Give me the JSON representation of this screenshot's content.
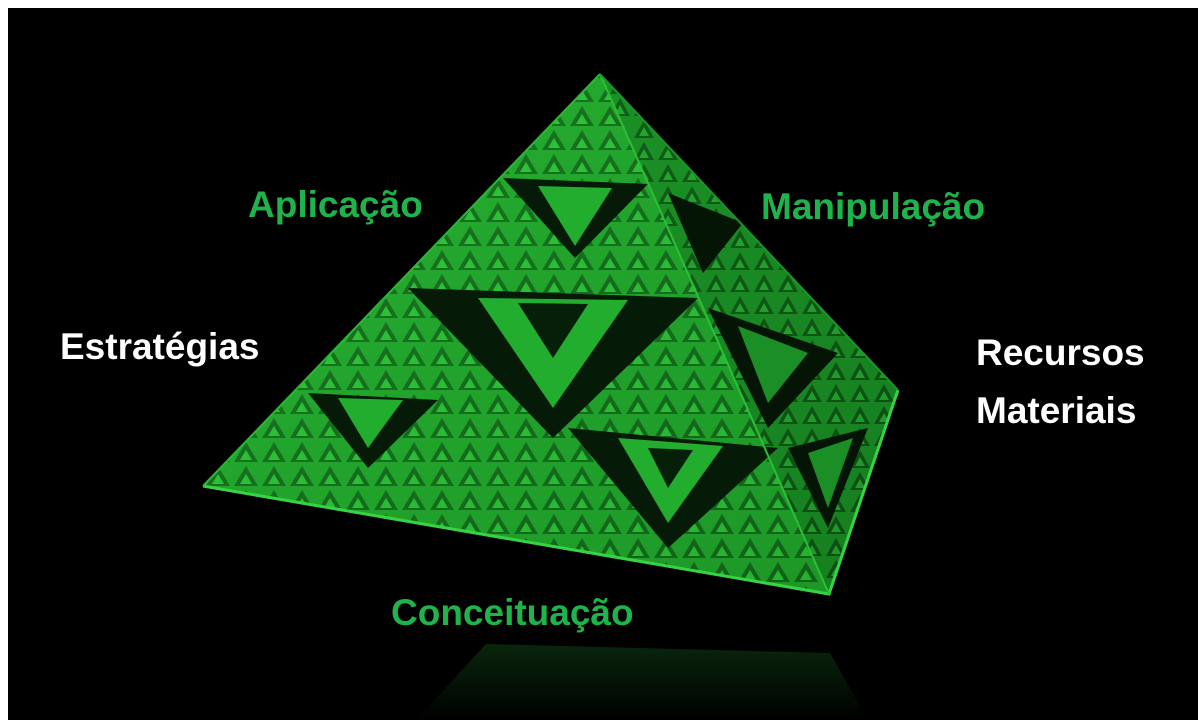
{
  "diagram": {
    "labels": {
      "aplicacao": "Aplicação",
      "manipulacao": "Manipulação",
      "estrategias": "Estratégias",
      "recursos_line1": "Recursos",
      "recursos_line2": "Materiais",
      "conceituacao": "Conceituação"
    },
    "colors": {
      "background": "#000000",
      "pyramid": "#22a52c",
      "label_green": "#1fb34c",
      "label_white": "#ffffff"
    }
  }
}
